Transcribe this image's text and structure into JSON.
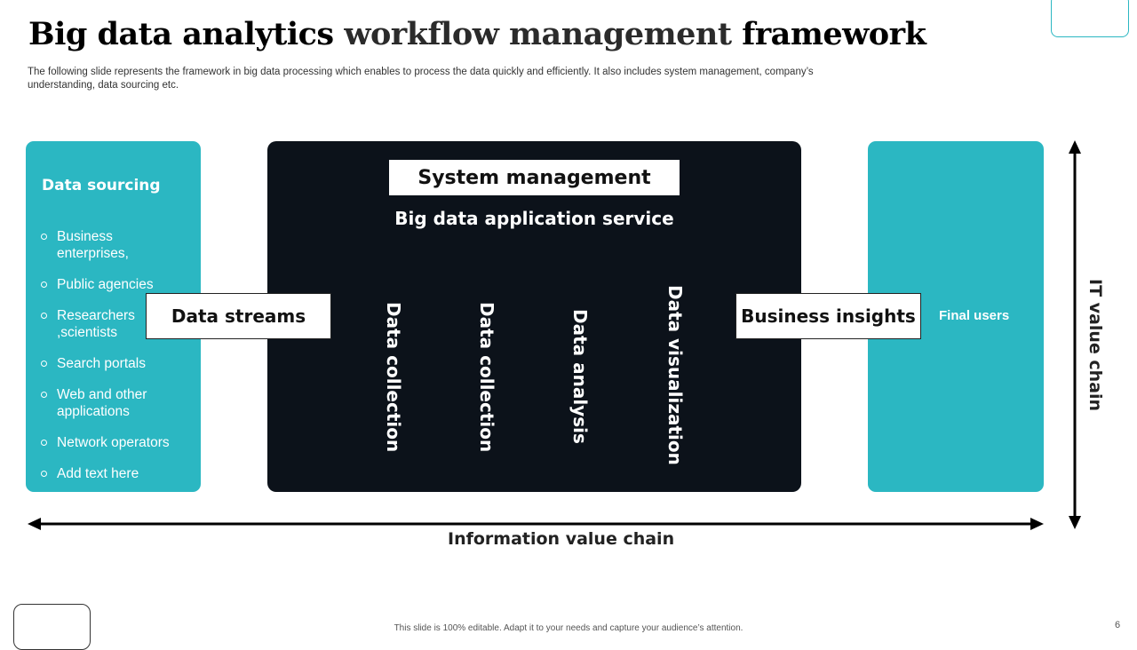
{
  "slide": {
    "title_part1": "Big data analytics ",
    "title_part2": "workflow management ",
    "title_part3": "framework",
    "subtitle": "The following slide represents the framework in big data processing which enables to process the data quickly and efficiently. It also includes system management, company’s understanding, data sourcing etc.",
    "footer": "This slide is 100% editable. Adapt it to your needs and capture your audience’s attention.",
    "page_number": "6"
  },
  "left_panel": {
    "heading": "Data sourcing",
    "items": [
      [
        "Business",
        "enterprises,"
      ],
      [
        "Public agencies"
      ],
      [
        "Researchers",
        ",scientists"
      ],
      [
        "Search portals"
      ],
      [
        "Web and other",
        "applications"
      ],
      [
        "Network operators"
      ],
      [
        "Add text here"
      ]
    ]
  },
  "center_panel": {
    "system_management": "System management",
    "app_service": "Big data application service",
    "stages": [
      "Data collection",
      "Data collection",
      "Data analysis",
      "Data visualization"
    ]
  },
  "right_panel": {
    "final_users": "Final users"
  },
  "boxes": {
    "data_streams": "Data streams",
    "business_insights": "Business insights"
  },
  "axes": {
    "information_chain": "Information value chain",
    "it_chain": "IT value chain"
  },
  "colors": {
    "teal": "#2bb7c2",
    "dark_panel": "#0c121a"
  }
}
